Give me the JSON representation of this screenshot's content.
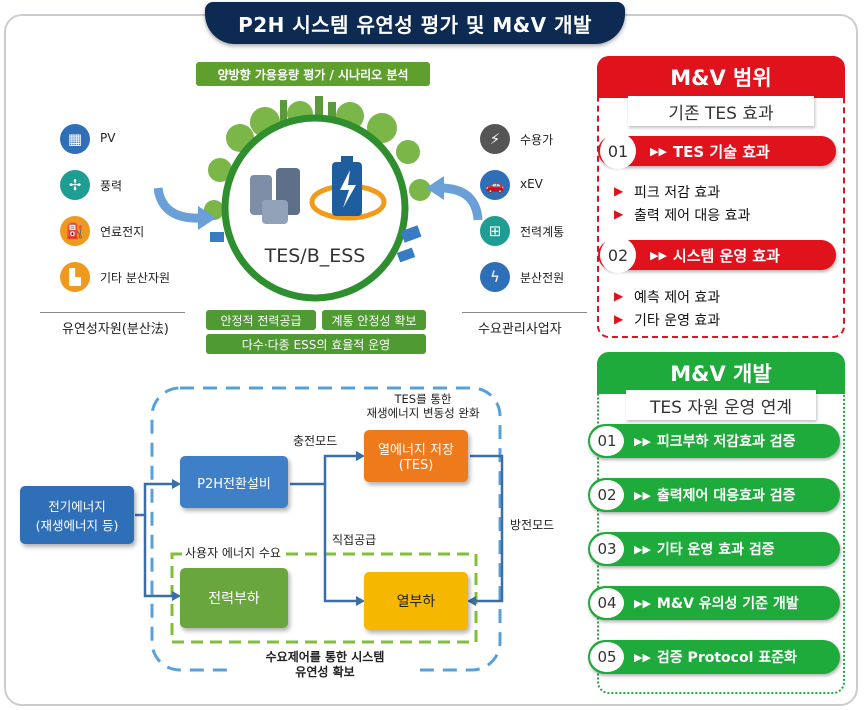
{
  "title": "P2H 시스템 유연성 평가 및 M&V 개발",
  "top_banner": "양방향 가용용량 평가 / 시나리오 분석",
  "left_resources": [
    {
      "label": "PV",
      "icon": "solar-panel-icon"
    },
    {
      "label": "풍력",
      "icon": "wind-turbine-icon"
    },
    {
      "label": "연료전지",
      "icon": "fuel-cell-icon"
    },
    {
      "label": "기타 분산자원",
      "icon": "factory-icon"
    }
  ],
  "left_caption": "유연성자원(분산法)",
  "right_resources": [
    {
      "label": "수용가",
      "icon": "transmission-tower-icon"
    },
    {
      "label": "xEV",
      "icon": "car-icon"
    },
    {
      "label": "전력계통",
      "icon": "grid-network-icon"
    },
    {
      "label": "분산전원",
      "icon": "lightning-icon"
    }
  ],
  "right_caption": "수요관리사업자",
  "center_label": "TES/B_ESS",
  "benefits": [
    "안정적 전력공급",
    "계통 안정성 확보",
    "다수·다종 ESS의 효율적 운영"
  ],
  "flow": {
    "source": "전기에너지\n(재생에너지 등)",
    "p2h": "P2H전환설비",
    "tes_storage": "열에너지 저장\n(TES)",
    "power_load": "전력부하",
    "heat_load": "열부하",
    "charge_mode": "충전모드",
    "direct_supply": "직접공급",
    "discharge_mode": "방전모드",
    "tes_note": "TES를 통한\n재생에너지 변동성 완화",
    "user_demand": "사용자 에너지 수요",
    "bottom_caption": "수요제어를 통한 시스템\n유연성 확보"
  },
  "mv_scope": {
    "title": "M&V 범위",
    "subtitle": "기존 TES 효과",
    "groups": [
      {
        "num": "01",
        "label": "TES 기술 효과",
        "items": [
          "피크 저감 효과",
          "출력 제어 대응 효과"
        ]
      },
      {
        "num": "02",
        "label": "시스템 운영 효과",
        "items": [
          "예측 제어 효과",
          "기타 운영 효과"
        ]
      }
    ]
  },
  "mv_dev": {
    "title": "M&V 개발",
    "subtitle": "TES 자원 운영 연계",
    "items": [
      {
        "num": "01",
        "label": "피크부하 저감효과 검증"
      },
      {
        "num": "02",
        "label": "출력제어 대응효과 검증"
      },
      {
        "num": "03",
        "label": "기타 운영 효과 검증"
      },
      {
        "num": "04",
        "label": "M&V 유의성 기준 개발"
      },
      {
        "num": "05",
        "label": "검증 Protocol 표준화"
      }
    ]
  },
  "colors": {
    "navy": "#0d2a52",
    "red": "#e0121b",
    "green": "#1faa3c",
    "flow_blue": "#2e6db5",
    "tes_orange": "#ee7a1c",
    "heat_yellow": "#f5b700",
    "load_green": "#6aa63e"
  }
}
